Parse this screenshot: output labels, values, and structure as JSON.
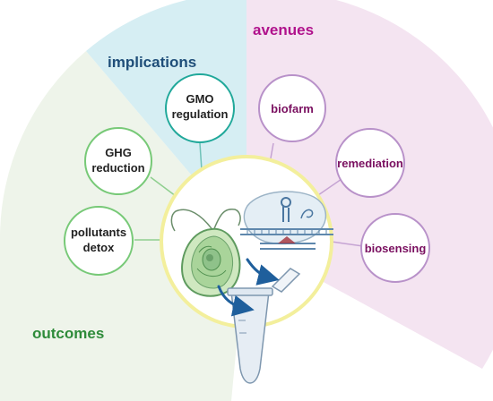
{
  "sectors": {
    "outcomes": {
      "label": "outcomes",
      "color": "#2e8b3a",
      "fill": "#eef4ea"
    },
    "implications": {
      "label": "implications",
      "color": "#1f4e79",
      "fill": "#d6eef3"
    },
    "avenues": {
      "label": "avenues",
      "color": "#b0128c",
      "fill": "#f4e4f1"
    }
  },
  "nodes": {
    "gmo": {
      "line1": "GMO",
      "line2": "regulation",
      "border": "#20a89a"
    },
    "ghg": {
      "line1": "GHG",
      "line2": "reduction",
      "border": "#77c977"
    },
    "pollutants": {
      "line1": "pollutants",
      "line2": "detox",
      "border": "#77c977"
    },
    "biofarm": {
      "line1": "biofarm",
      "border": "#b891c9"
    },
    "remediation": {
      "line1": "remediation",
      "border": "#b891c9"
    },
    "biosensing": {
      "line1": "biosensing",
      "border": "#b891c9"
    }
  },
  "center": {
    "border": "#f3ef9c"
  },
  "icons": [
    "alga-cell-icon",
    "plasmid-dna-icon",
    "microtube-icon",
    "arrow-icon"
  ]
}
